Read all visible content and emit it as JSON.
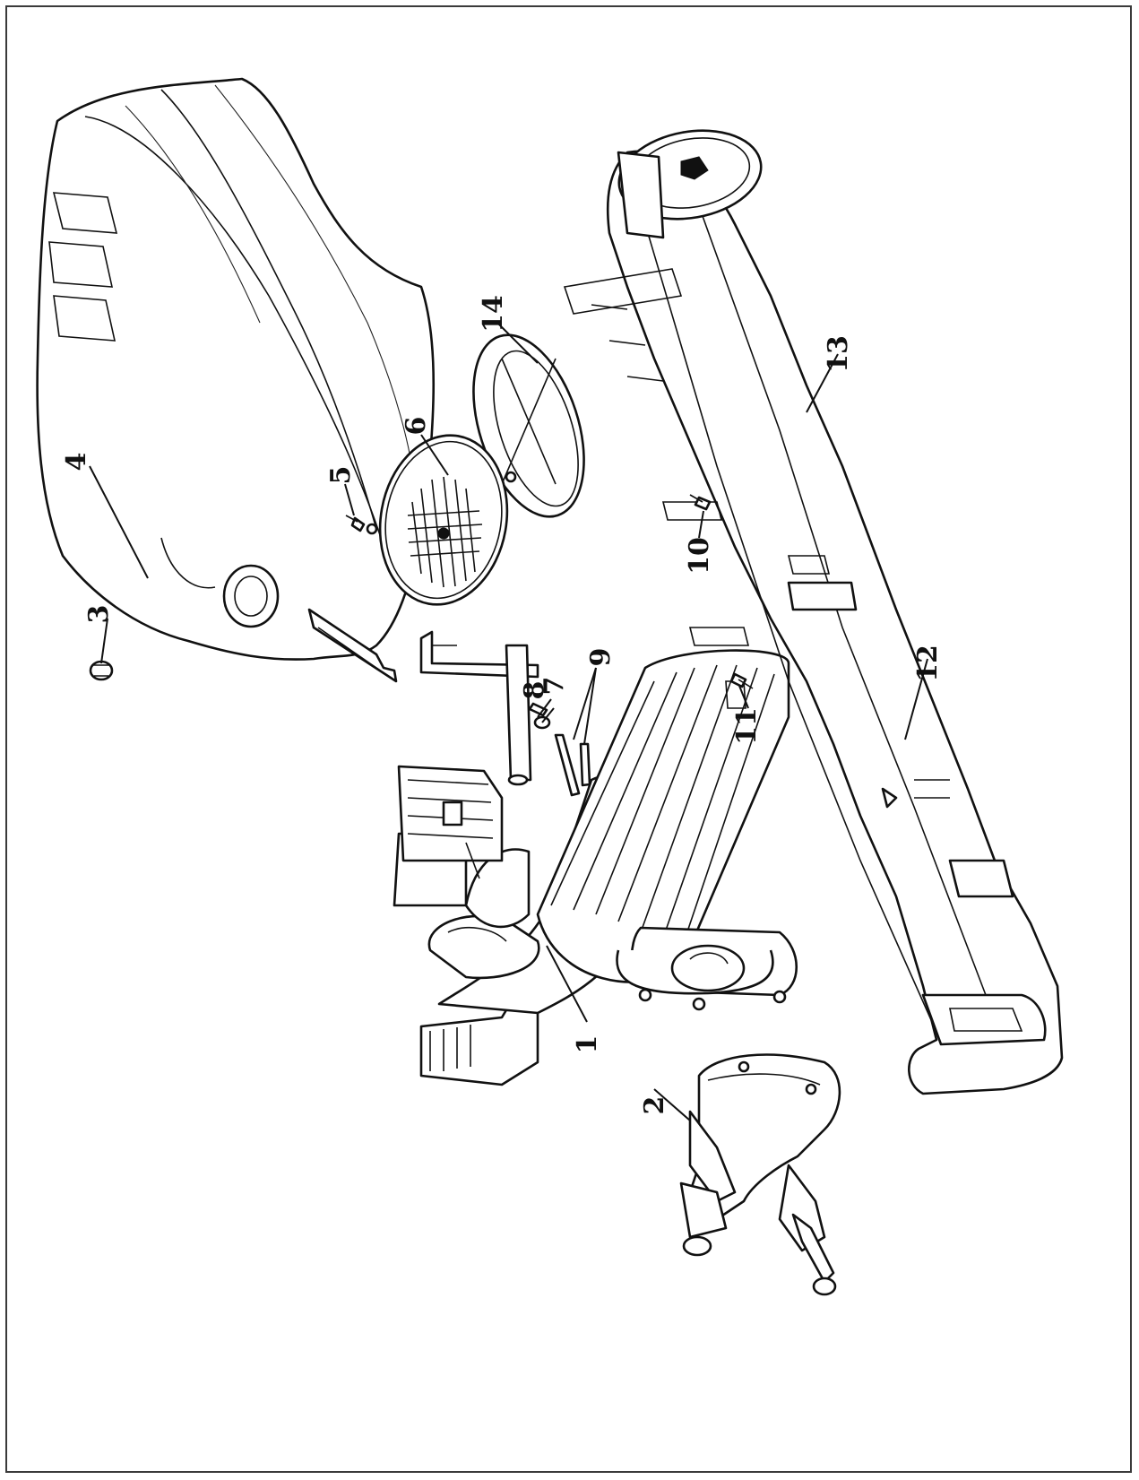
{
  "diagram": {
    "callouts": [
      {
        "id": "1",
        "label": "1"
      },
      {
        "id": "2",
        "label": "2"
      },
      {
        "id": "3",
        "label": "3"
      },
      {
        "id": "4",
        "label": "4"
      },
      {
        "id": "5",
        "label": "5"
      },
      {
        "id": "6",
        "label": "6"
      },
      {
        "id": "7",
        "label": "7"
      },
      {
        "id": "8",
        "label": "8"
      },
      {
        "id": "9",
        "label": "9"
      },
      {
        "id": "10",
        "label": "10"
      },
      {
        "id": "11",
        "label": "11"
      },
      {
        "id": "12",
        "label": "12"
      },
      {
        "id": "13",
        "label": "13"
      },
      {
        "id": "14",
        "label": "14"
      }
    ],
    "colors": {
      "ink": "#111111",
      "paper": "#ffffff",
      "frame": "#3a3a3a"
    }
  }
}
